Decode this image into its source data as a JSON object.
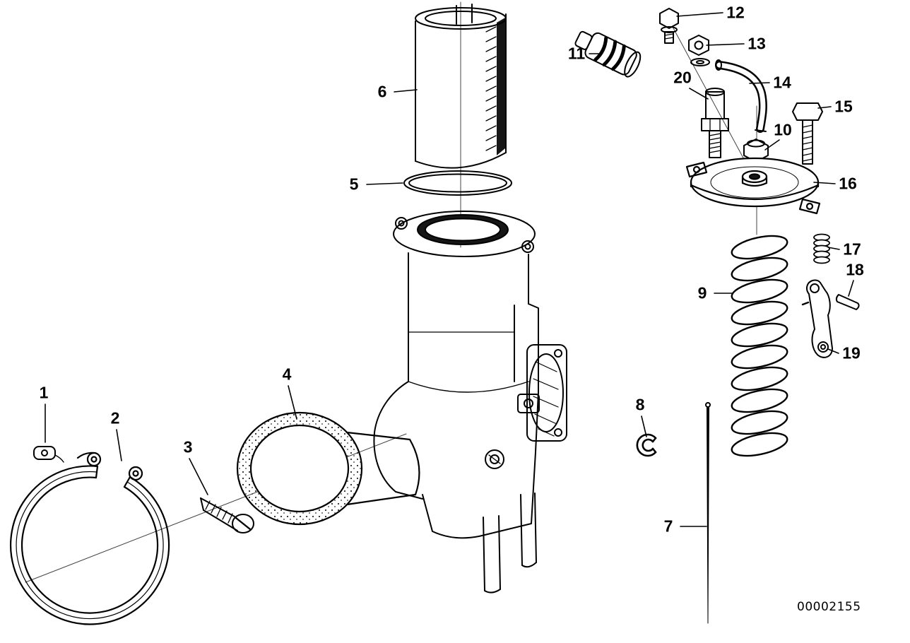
{
  "diagram": {
    "drawing_number": "00002155",
    "callouts": [
      {
        "id": "1"
      },
      {
        "id": "2"
      },
      {
        "id": "3"
      },
      {
        "id": "4"
      },
      {
        "id": "5"
      },
      {
        "id": "6"
      },
      {
        "id": "7"
      },
      {
        "id": "8"
      },
      {
        "id": "9"
      },
      {
        "id": "10"
      },
      {
        "id": "11"
      },
      {
        "id": "12"
      },
      {
        "id": "13"
      },
      {
        "id": "14"
      },
      {
        "id": "15"
      },
      {
        "id": "16"
      },
      {
        "id": "17"
      },
      {
        "id": "18"
      },
      {
        "id": "19"
      },
      {
        "id": "20"
      }
    ]
  }
}
